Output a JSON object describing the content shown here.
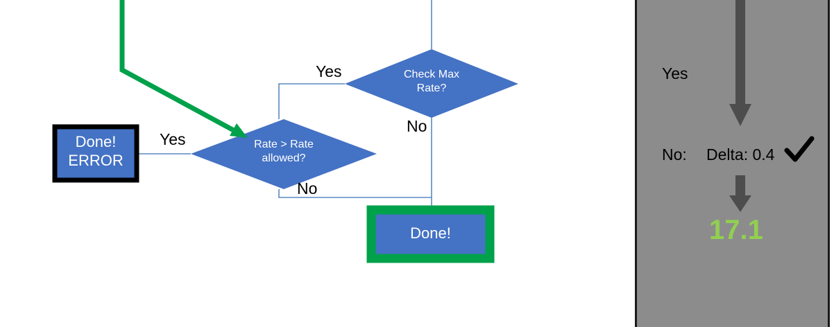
{
  "flowchart": {
    "nodes": [
      {
        "id": "done-error",
        "type": "process",
        "label": "Done!\nERROR",
        "border_color": "#000000",
        "fill_color": "#4472C4",
        "text_color": "#FFFFFF"
      },
      {
        "id": "rate-gt-rate-allowed",
        "type": "decision",
        "label": "Rate > Rate\nallowed?",
        "fill_color": "#4472C4",
        "text_color": "#FFFFFF"
      },
      {
        "id": "check-max-rate",
        "type": "decision",
        "label": "Check Max\nRate?",
        "fill_color": "#4472C4",
        "text_color": "#FFFFFF"
      },
      {
        "id": "done",
        "type": "process",
        "label": "Done!",
        "border_color": "#00A14B",
        "fill_color": "#4472C4",
        "text_color": "#FFFFFF"
      }
    ],
    "edge_labels": [
      {
        "id": "check-max-rate-yes",
        "text": "Yes"
      },
      {
        "id": "check-max-rate-no",
        "text": "No"
      },
      {
        "id": "rate-allowed-yes",
        "text": "Yes"
      },
      {
        "id": "rate-allowed-no",
        "text": "No"
      }
    ],
    "highlight_path_color": "#00A14B",
    "connector_color": "#5B89C0"
  },
  "panel": {
    "background_color": "#8C8C8C",
    "arrow_color": "#4D4D4D",
    "rows": [
      {
        "id": "yes-row",
        "label": "Yes"
      },
      {
        "id": "no-row",
        "label": "No:"
      },
      {
        "id": "delta-row",
        "label": "Delta: 0.4"
      }
    ],
    "check_mark": "✓",
    "value": "17.1",
    "value_color": "#92D050"
  }
}
